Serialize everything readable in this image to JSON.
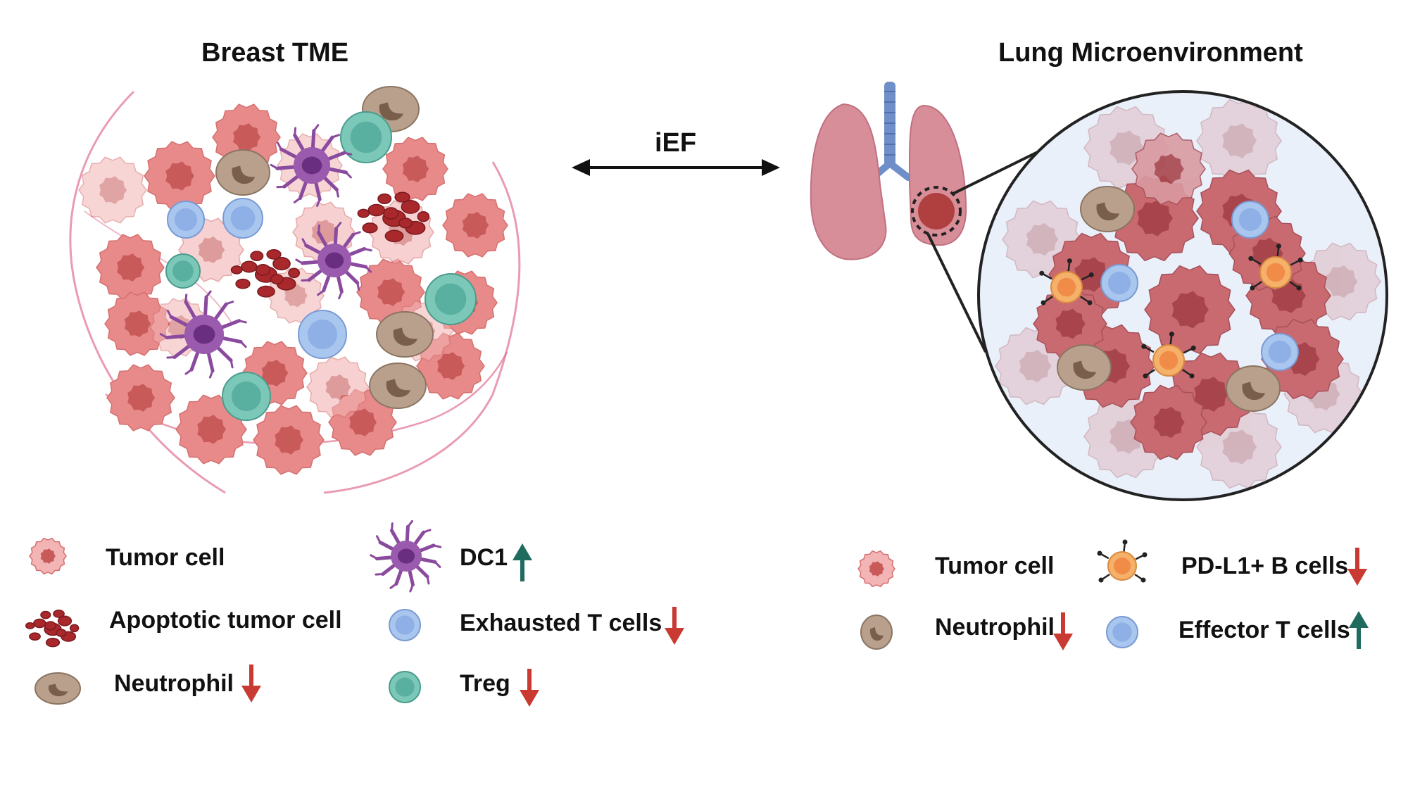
{
  "left_panel": {
    "title": "Breast TME"
  },
  "center": {
    "arrow_label": "iEF"
  },
  "right_panel": {
    "title": "Lung Microenvironment"
  },
  "left_legend": [
    {
      "label": "Tumor cell",
      "icon": "tumor-cell-icon",
      "trend": "none"
    },
    {
      "label": "Apoptotic tumor cell",
      "icon": "apoptotic-tumor-cell-icon",
      "trend": "none"
    },
    {
      "label": "Neutrophil",
      "icon": "neutrophil-icon",
      "trend": "down"
    },
    {
      "label": "DC1",
      "icon": "dc1-icon",
      "trend": "up"
    },
    {
      "label": "Exhausted T cells",
      "icon": "exhausted-t-cell-icon",
      "trend": "down"
    },
    {
      "label": "Treg",
      "icon": "treg-icon",
      "trend": "down"
    }
  ],
  "right_legend": [
    {
      "label": "Tumor cell",
      "icon": "tumor-cell-icon",
      "trend": "none"
    },
    {
      "label": "PD-L1+ B cells",
      "icon": "pdl1-b-cell-icon",
      "trend": "down"
    },
    {
      "label": "Neutrophil",
      "icon": "neutrophil-icon",
      "trend": "down"
    },
    {
      "label": "Effector T cells",
      "icon": "effector-t-cell-icon",
      "trend": "up"
    }
  ],
  "colors": {
    "tumor": "#e88a8a",
    "tumor_light": "#f2b4b4",
    "tumor_nucleus": "#c85a5a",
    "apoptotic": "#a8282c",
    "neutrophil": "#b8a08c",
    "dc1": "#8a4a9e",
    "t_cell_blue": "#a9c6ee",
    "treg_teal": "#7cc8b8",
    "b_cell_orange": "#f5b06a",
    "arrow_down": "#c83a32",
    "arrow_up": "#1f6b5e",
    "lung": "#d88e98",
    "trachea": "#6f8fc8",
    "zoom_bg": "#e9f0fa"
  }
}
